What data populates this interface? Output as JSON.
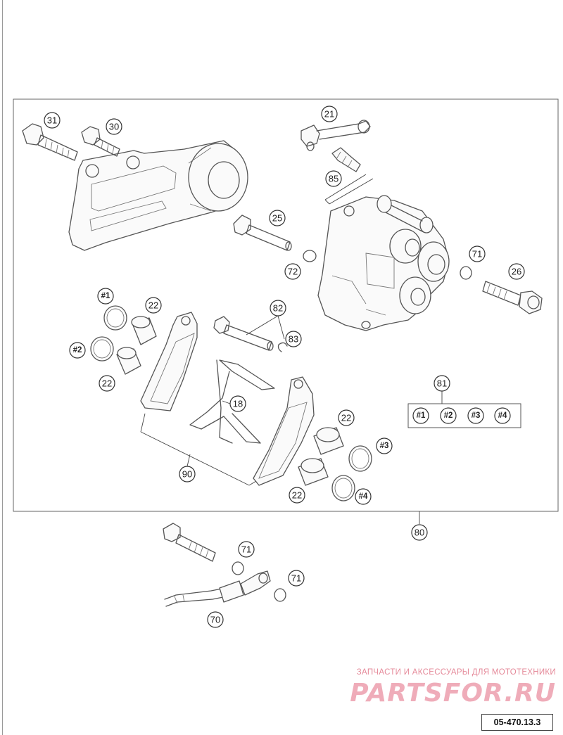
{
  "drawing_code": "05-470.13.3",
  "watermark": {
    "caption": "ЗАПЧАСТИ И АКСЕССУАРЫ ДЛЯ МОТОТЕХНИКИ",
    "logo": "PARTSFOR.RU"
  },
  "callouts": {
    "c31": "31",
    "c30": "30",
    "c21": "21",
    "c85": "85",
    "c25": "25",
    "c72": "72",
    "c71a": "71",
    "c26": "26",
    "c82": "82",
    "c83": "83",
    "h1": "#1",
    "c22a": "22",
    "h2": "#2",
    "c22b": "22",
    "c18": "18",
    "c81": "81",
    "h1b": "#1",
    "h2b": "#2",
    "h3b": "#3",
    "h4b": "#4",
    "c22c": "22",
    "h3": "#3",
    "c90": "90",
    "c22d": "22",
    "h4": "#4",
    "c80": "80",
    "c71b": "71",
    "c71c": "71",
    "c70": "70"
  }
}
